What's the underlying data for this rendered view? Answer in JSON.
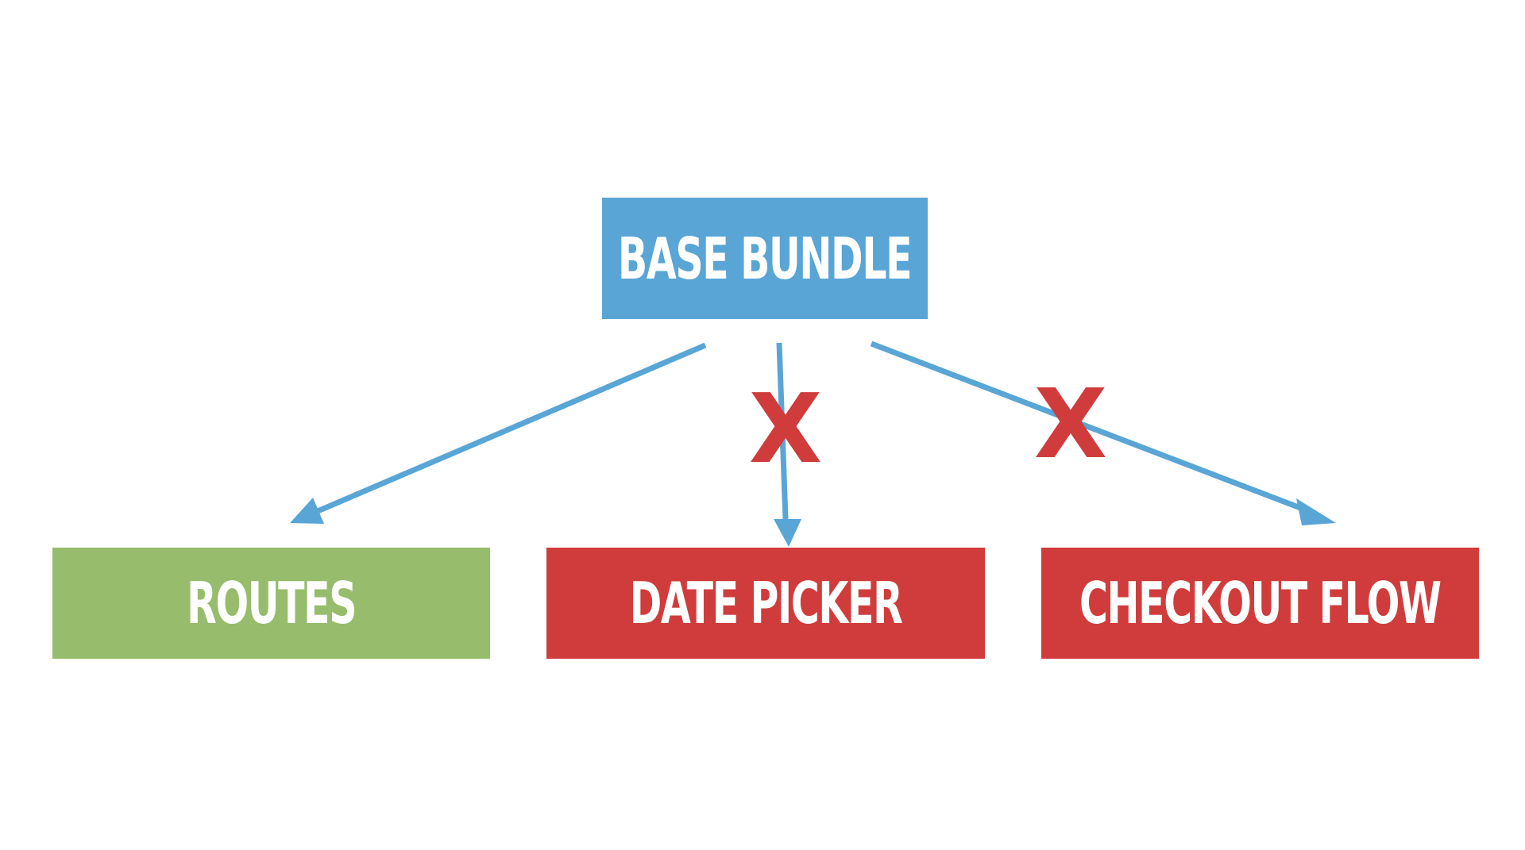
{
  "colors": {
    "base": "#59a5d6",
    "routes": "#97bd6c",
    "blocked": "#d03c3c",
    "arrow": "#59a5d6",
    "x_mark": "#d03c3c",
    "label_text": "#ffffff"
  },
  "nodes": {
    "base": {
      "label": "BASE BUNDLE"
    },
    "routes": {
      "label": "ROUTES"
    },
    "date_picker": {
      "label": "DATE PICKER"
    },
    "checkout_flow": {
      "label": "CHECKOUT FLOW"
    }
  },
  "edges": [
    {
      "from": "BASE BUNDLE",
      "to": "ROUTES",
      "blocked": false
    },
    {
      "from": "BASE BUNDLE",
      "to": "DATE PICKER",
      "blocked": true
    },
    {
      "from": "BASE BUNDLE",
      "to": "CHECKOUT FLOW",
      "blocked": true
    }
  ],
  "marks": {
    "blocked_symbol": "X"
  }
}
